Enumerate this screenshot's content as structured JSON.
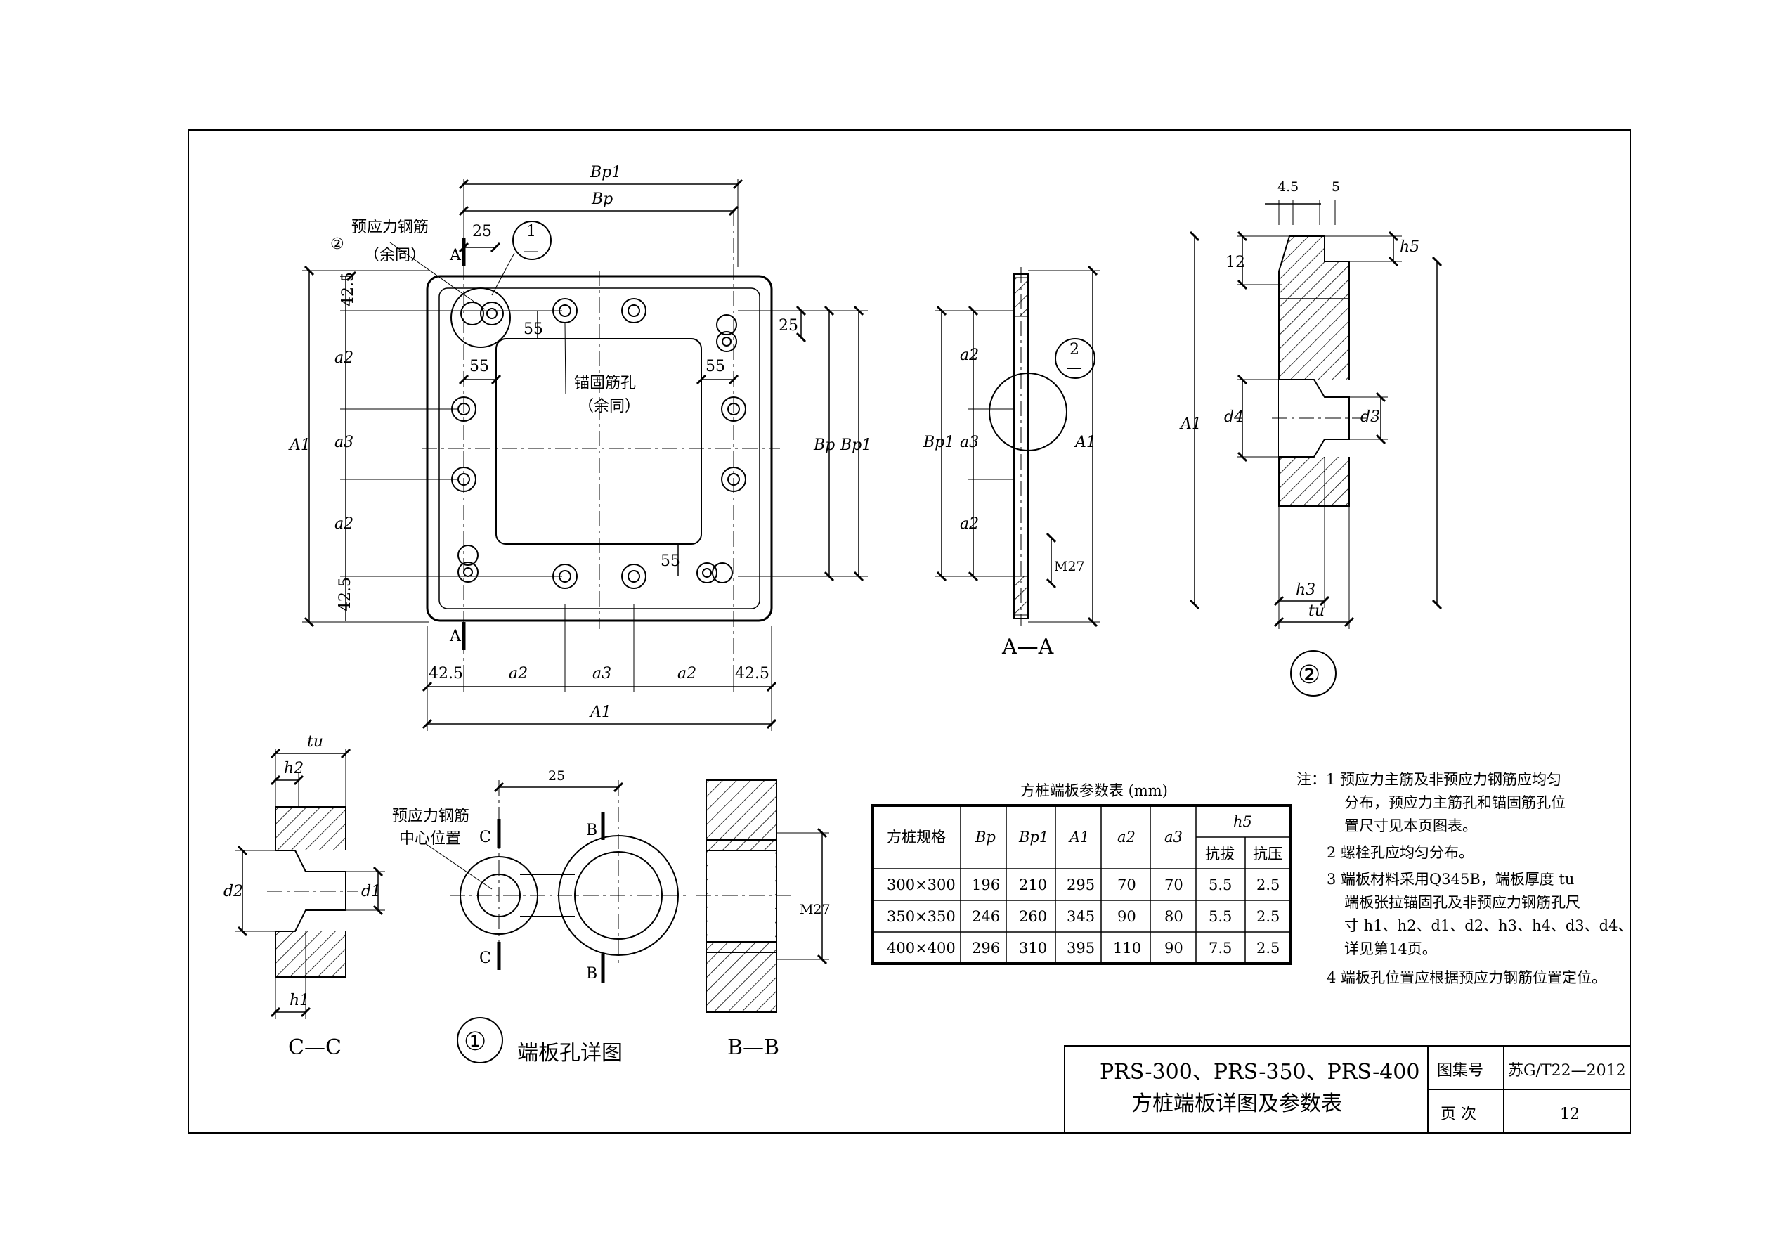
{
  "labels": {
    "main_view": {
      "label_prestress_rebar": "预应力钢筋",
      "label_same": "（余同）",
      "label_anchor_hole": "锚固筋孔",
      "label_same2": "（余同）",
      "circle_num_2": "②",
      "callout_1": "1",
      "callout_dash": "—",
      "dim_Bp1": "Bp1",
      "dim_Bp": "Bp",
      "dim_25": "25",
      "dim_55a": "55",
      "dim_55b": "55",
      "dim_55c": "55",
      "dim_55d": "55",
      "dim_25r": "25",
      "dim_42_5_top": "42.5",
      "dim_42_5_bot": "42.5",
      "dim_a2_top": "a2",
      "dim_a3_mid": "a3",
      "dim_a2_bot": "a2",
      "dim_A1_left": "A1",
      "dim_Bp_right": "Bp",
      "dim_Bp1_right": "Bp1",
      "dim_42_5_l": "42.5",
      "dim_a2_l": "a2",
      "dim_a3_c": "a3",
      "dim_a2_r": "a2",
      "dim_42_5_r": "42.5",
      "dim_A1_bottom": "A1",
      "sec_A_top": "A",
      "sec_A_bot": "A"
    },
    "aa_view": {
      "title": "A—A",
      "dim_a2a": "a2",
      "dim_a3": "a3",
      "dim_a2b": "a2",
      "dim_Bp1": "Bp1",
      "dim_A1": "A1",
      "dim_M27": "M27",
      "callout_2": "2",
      "callout_dash": "—"
    },
    "detail2": {
      "title": "②",
      "dim_4_5": "4.5",
      "dim_5": "5",
      "dim_12": "12",
      "dim_h5": "h5",
      "dim_A1": "A1",
      "dim_d4": "d4",
      "dim_d3": "d3",
      "dim_h3": "h3",
      "dim_tu": "tu"
    },
    "cc_view": {
      "title": "C—C",
      "dim_tu": "tu",
      "dim_h2": "h2",
      "dim_d2": "d2",
      "dim_d1": "d1",
      "dim_h1": "h1"
    },
    "detail1": {
      "title_num": "①",
      "title_text": "端板孔详图",
      "label_line1": "预应力钢筋",
      "label_line2": "中心位置",
      "dim_25": "25",
      "sec_C_top": "C",
      "sec_C_bot": "C",
      "sec_B_top": "B",
      "sec_B_bot": "B"
    },
    "bb_view": {
      "title": "B—B",
      "dim_M27": "M27"
    }
  },
  "param_table": {
    "title": "方桩端板参数表 (mm)",
    "headers": [
      "方桩规格",
      "Bp",
      "Bp1",
      "A1",
      "a2",
      "a3",
      "h5"
    ],
    "h5_sub": [
      "抗拔",
      "抗压"
    ],
    "rows": [
      [
        "300×300",
        "196",
        "210",
        "295",
        "70",
        "70",
        "5.5",
        "2.5"
      ],
      [
        "350×350",
        "246",
        "260",
        "345",
        "90",
        "80",
        "5.5",
        "2.5"
      ],
      [
        "400×400",
        "296",
        "310",
        "395",
        "110",
        "90",
        "7.5",
        "2.5"
      ]
    ]
  },
  "notes": {
    "lines": [
      "注：1  预应力主筋及非预应力钢筋应均匀",
      "分布，预应力主筋孔和锚固筋孔位",
      "置尺寸见本页图表。",
      "2  螺栓孔应均匀分布。",
      "3  端板材料采用Q345B，端板厚度  tu",
      "端板张拉锚固孔及非预应力钢筋孔尺",
      "寸 h1、h2、d1、d2、h3、h4、d3、d4、",
      "详见第14页。",
      "4  端板孔位置应根据预应力钢筋位置定位。"
    ]
  },
  "title_block": {
    "title_line1": "PRS-300、PRS-350、PRS-400",
    "title_line2": "方桩端板详图及参数表",
    "atlas_label": "图集号",
    "atlas_no": "苏G/T22—2012",
    "page_label": "页  次",
    "page_no": "12"
  }
}
